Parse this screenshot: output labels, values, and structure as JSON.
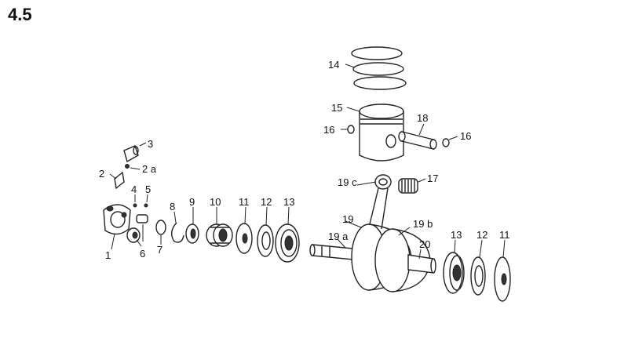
{
  "title": "4.5",
  "colors": {
    "ink": "#222222",
    "background": "#ffffff"
  },
  "callouts": {
    "c1": "1",
    "c2": "2",
    "c2a": "2 a",
    "c3": "3",
    "c4": "4",
    "c5": "5",
    "c6": "6",
    "c7": "7",
    "c8": "8",
    "c9": "9",
    "c10": "10",
    "c11l": "11",
    "c12l": "12",
    "c13l": "13",
    "c14": "14",
    "c15": "15",
    "c16l": "16",
    "c16r": "16",
    "c17": "17",
    "c18": "18",
    "c19": "19",
    "c19a": "19 a",
    "c19b": "19 b",
    "c19c": "19 c",
    "c20": "20",
    "c13r": "13",
    "c12r": "12",
    "c11r": "11"
  }
}
